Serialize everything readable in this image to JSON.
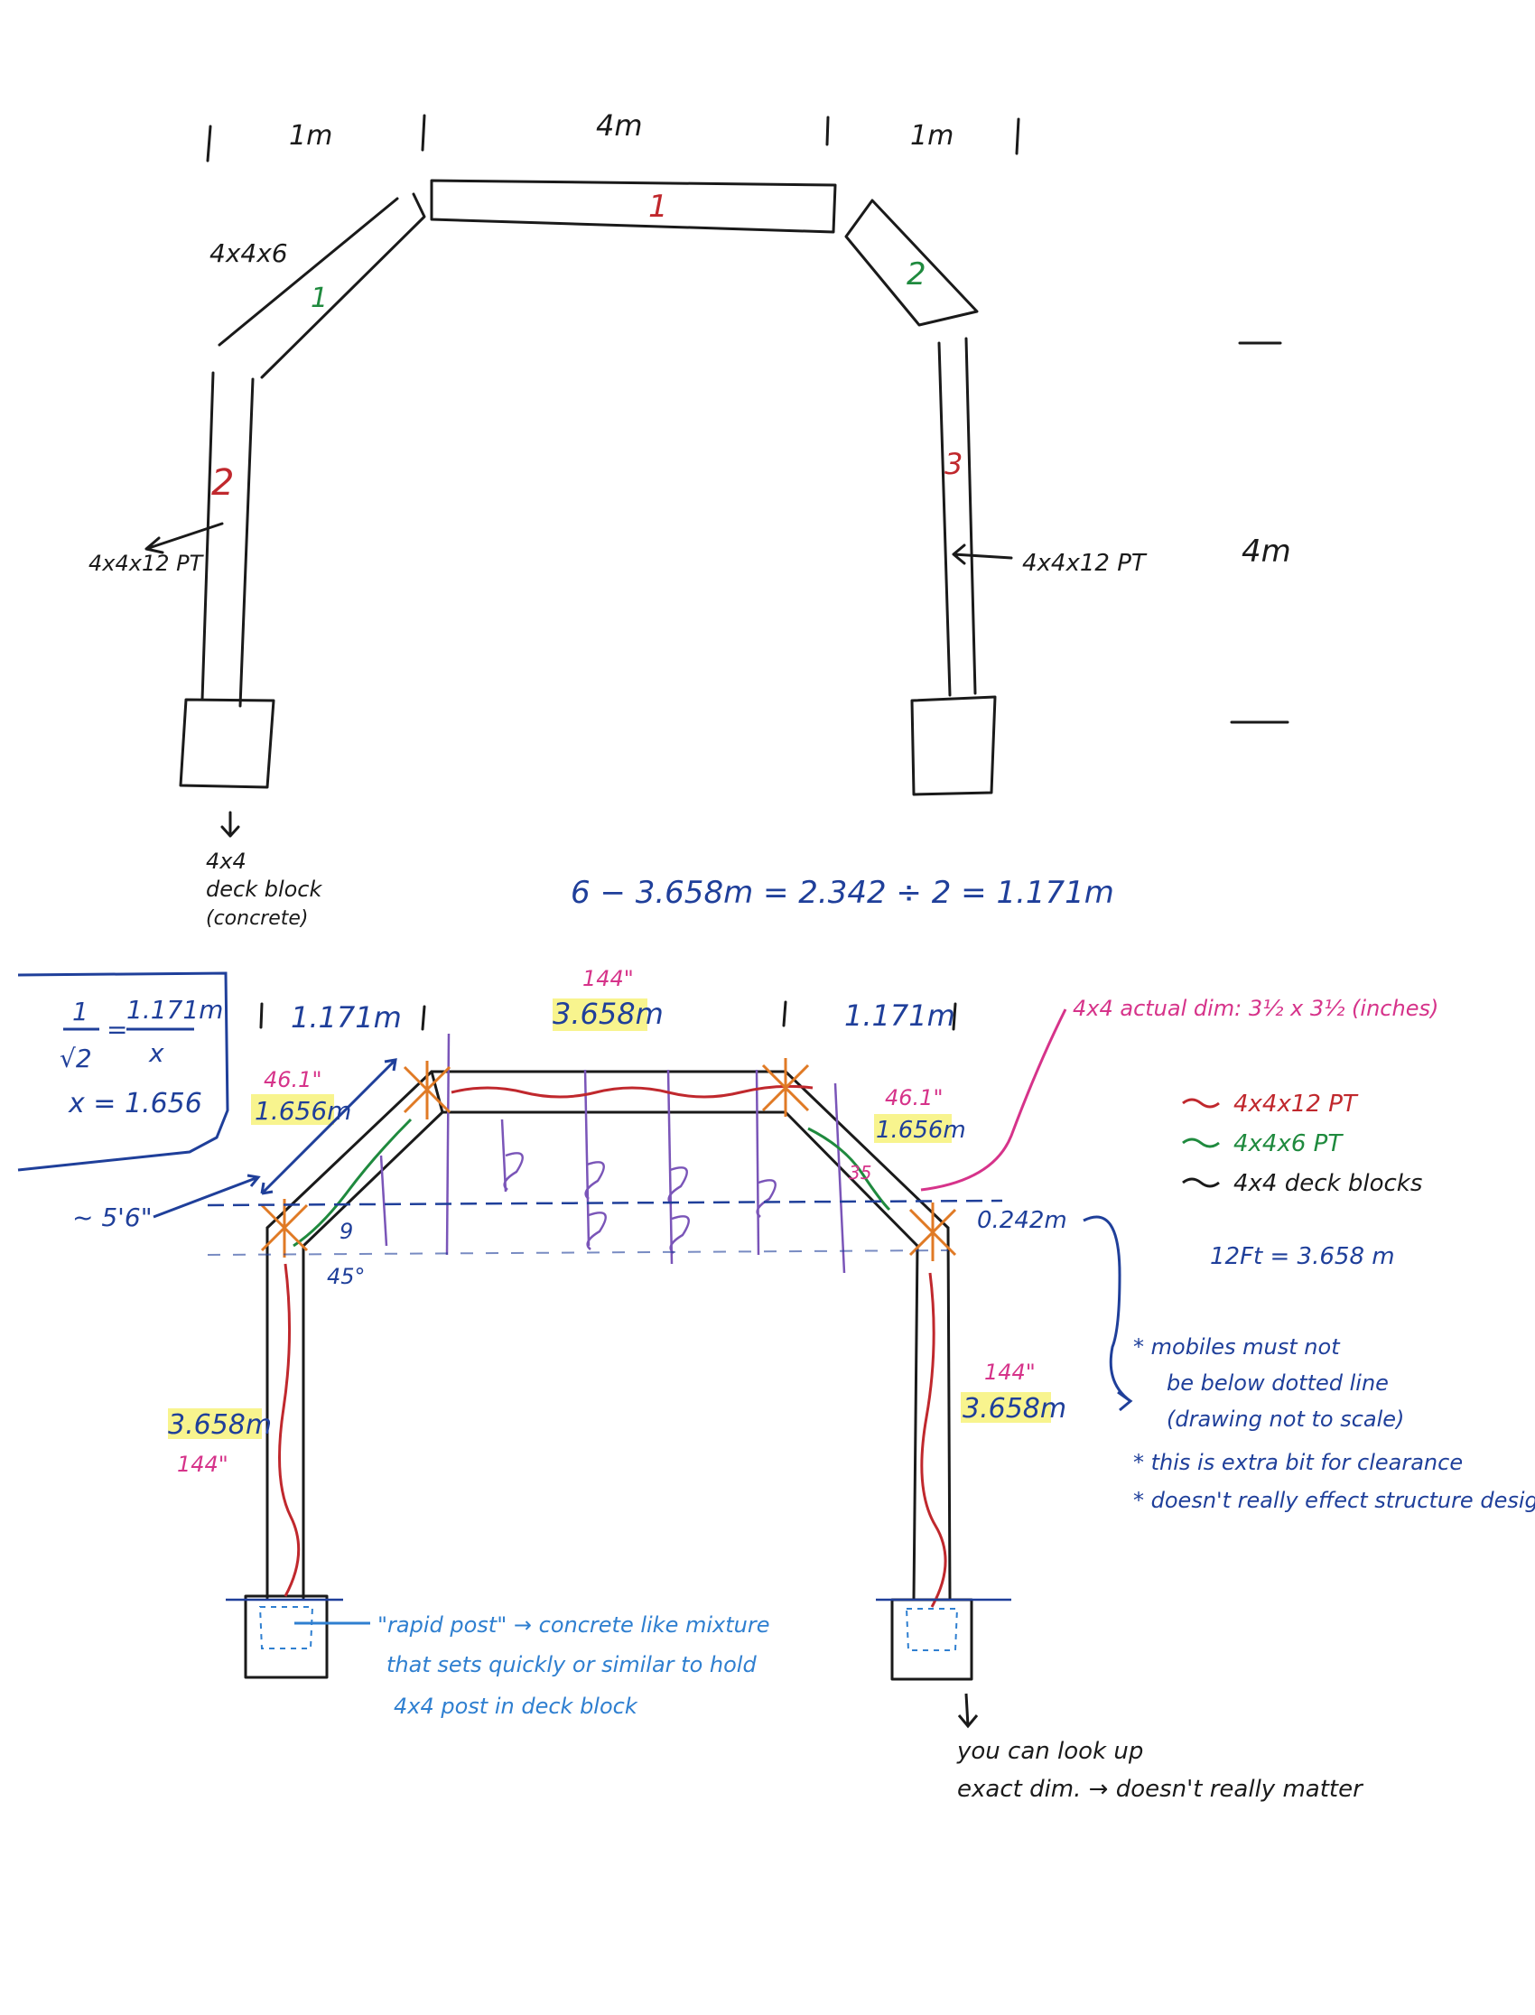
{
  "colors": {
    "black": "#1a1a1a",
    "red": "#c0282d",
    "green": "#1f8a3e",
    "blue": "#1f3f9a",
    "pink": "#d6338a",
    "orange": "#e07a25",
    "purple": "#7a55b8",
    "sky": "#2f7fd0",
    "highlight": "#f7f27a"
  },
  "sketch1": {
    "dim_left": "1m",
    "dim_center": "4m",
    "dim_right": "1m",
    "dim_height": "4m",
    "label_4x4x6": "4x4x6",
    "num_top": "1",
    "num_left_diag": "1",
    "num_right_diag": "2",
    "num_left_post": "2",
    "num_right_post": "3",
    "label_left_post": "4x4x12 PT",
    "label_right_post": "4x4x12 PT",
    "deck_block": [
      "4x4",
      "deck block",
      "(concrete)"
    ]
  },
  "calc": {
    "equation": "6 − 3.658m = 2.342 ÷ 2 = 1.171m",
    "box_num": "1",
    "box_den": "√2",
    "box_rhs_num": "1.171m",
    "box_rhs_den": "x",
    "box_result": "x = 1.656"
  },
  "sketch2": {
    "dim_left": "1.171m",
    "dim_right": "1.171m",
    "top_inches": "144\"",
    "top_metric": "3.658m",
    "left_diag_inches": "46.1\"",
    "left_diag_metric": "1.656m",
    "right_diag_inches": "46.1\"",
    "right_diag_metric": "1.656m",
    "approx": "~ 5'6\"",
    "angle_small": "9",
    "angle": "45°",
    "angle_right": "35",
    "actual_dim": "4x4 actual dim: 3½ x 3½ (inches)",
    "left_post_metric": "3.658m",
    "left_post_inches": "144\"",
    "right_post_inches": "144\"",
    "right_post_metric": "3.658m",
    "clearance_value": "0.242m",
    "conversion": "12Ft = 3.658 m"
  },
  "legend": [
    {
      "label": "4x4x12 PT",
      "color": "#c0282d"
    },
    {
      "label": "4x4x6 PT",
      "color": "#1f8a3e"
    },
    {
      "label": "4x4 deck blocks",
      "color": "#1a1a1a"
    }
  ],
  "notes": [
    "* mobiles must not",
    "be below dotted line",
    "(drawing not to scale)",
    "* this is extra bit for clearance",
    "* doesn't really effect structure design"
  ],
  "rapid_post_note": [
    "\"rapid post\" → concrete like mixture",
    "that sets quickly or similar to hold",
    "4x4 post in deck block"
  ],
  "lookup_note": [
    "you can look up",
    "exact dim. → doesn't really matter"
  ]
}
